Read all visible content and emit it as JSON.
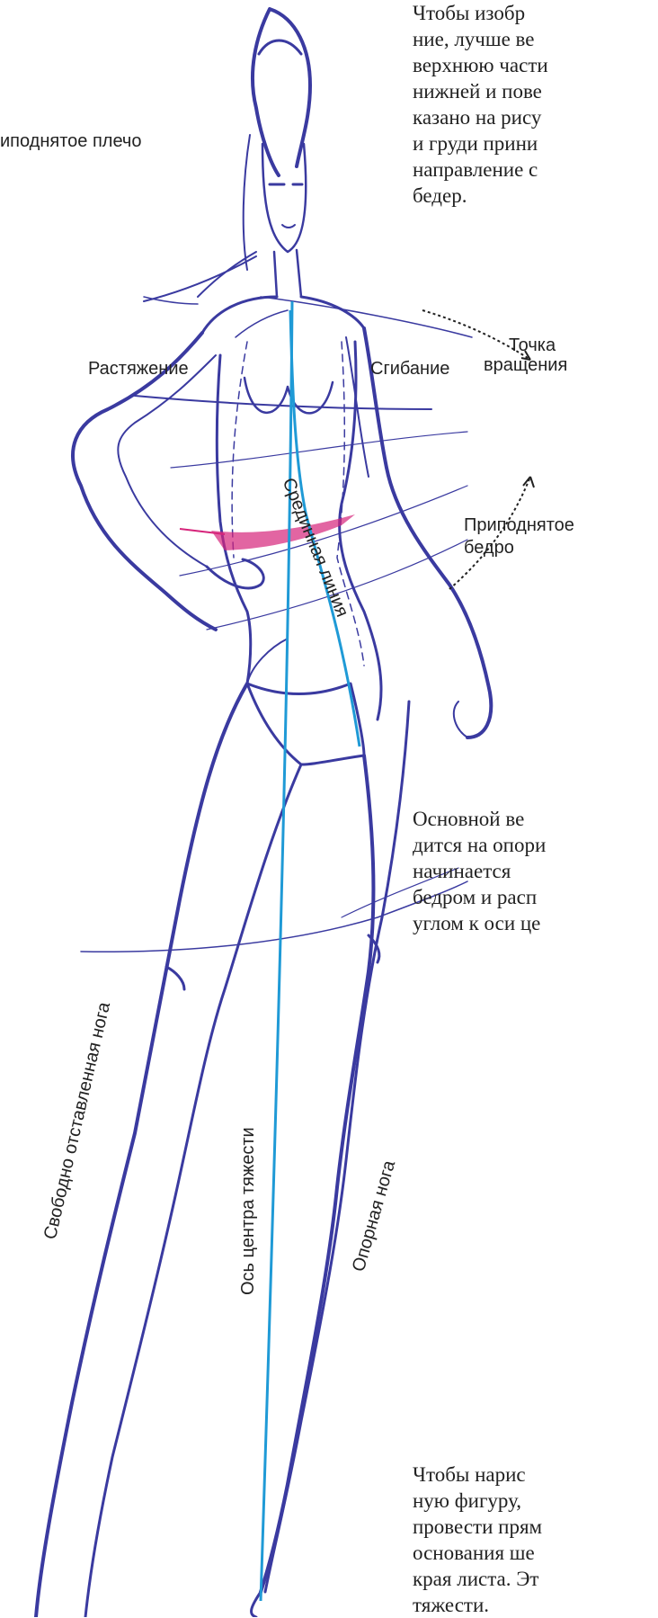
{
  "paragraphs": {
    "top": [
      "Чтобы изобр",
      "ние, лучше ве",
      "верхнюю части",
      "нижней и пове",
      "казано на рису",
      "и груди прини",
      "направление с",
      "бедер."
    ],
    "middle": [
      "Основной ве",
      "дится на опори",
      "начинается",
      "бедром и расп",
      "углом к оси це"
    ],
    "bottom": [
      "Чтобы нарис",
      "ную фигуру,",
      "провести прям",
      "основания ше",
      "края листа. Эт",
      "тяжести."
    ]
  },
  "labels": {
    "raised_shoulder": "иподнятое плечо",
    "pivot_point_line1": "Точка",
    "pivot_point_line2": "вращения",
    "stretch": "Растяжение",
    "bend": "Сгибание",
    "raised_hip_line1": "Приподнятое",
    "raised_hip_line2": "бедро",
    "center_line": "Срединная линия",
    "free_leg": "Свободно отставленная нога",
    "gravity_axis": "Ось центра тяжести",
    "support_leg": "Опорная нога"
  },
  "colors": {
    "sketch": "#3a3aa0",
    "axis": "#1f9ad6",
    "highlight": "#d6247a"
  }
}
